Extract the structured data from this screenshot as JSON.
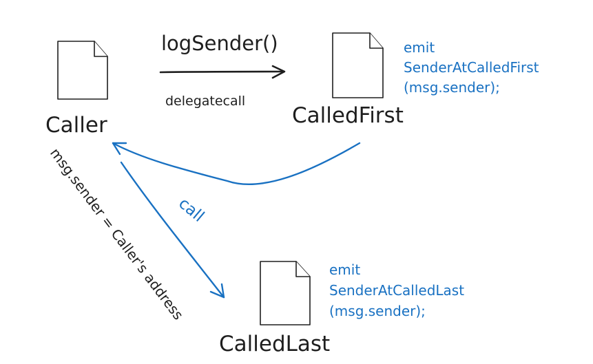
{
  "nodes": {
    "caller": {
      "label": "Caller"
    },
    "called_first": {
      "label": "CalledFirst"
    },
    "called_last": {
      "label": "CalledLast"
    }
  },
  "edges": {
    "delegate": {
      "function_label": "logSender()",
      "type_label": "delegatecall"
    },
    "call": {
      "label": "call"
    }
  },
  "annotations": {
    "called_first_emit": {
      "line1": "emit",
      "line2": "SenderAtCalledFirst",
      "line3": "(msg.sender);"
    },
    "called_last_emit": {
      "line1": "emit",
      "line2": "SenderAtCalledLast",
      "line3": "(msg.sender);"
    },
    "sender_note": "msg.sender = Caller's address"
  },
  "colors": {
    "ink": "#1e1e1e",
    "accent_blue": "#1971c2",
    "background": "#ffffff"
  },
  "icons": {
    "file_icon": "file-icon"
  }
}
